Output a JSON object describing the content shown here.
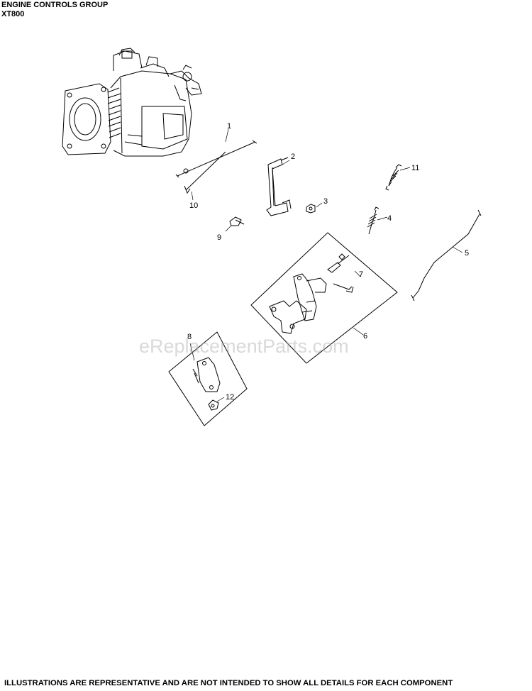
{
  "header": {
    "title": "ENGINE CONTROLS GROUP",
    "model": "XT800"
  },
  "watermark": "eReplacementParts.com",
  "footer": {
    "disclaimer": "ILLUSTRATIONS ARE REPRESENTATIVE AND ARE NOT INTENDED TO SHOW ALL DETAILS FOR EACH COMPONENT"
  },
  "callouts": {
    "c1": "1",
    "c2": "2",
    "c3": "3",
    "c4": "4",
    "c5": "5",
    "c6": "6",
    "c7": "7",
    "c8": "8",
    "c9": "9",
    "c10": "10",
    "c11": "11",
    "c12": "12"
  }
}
